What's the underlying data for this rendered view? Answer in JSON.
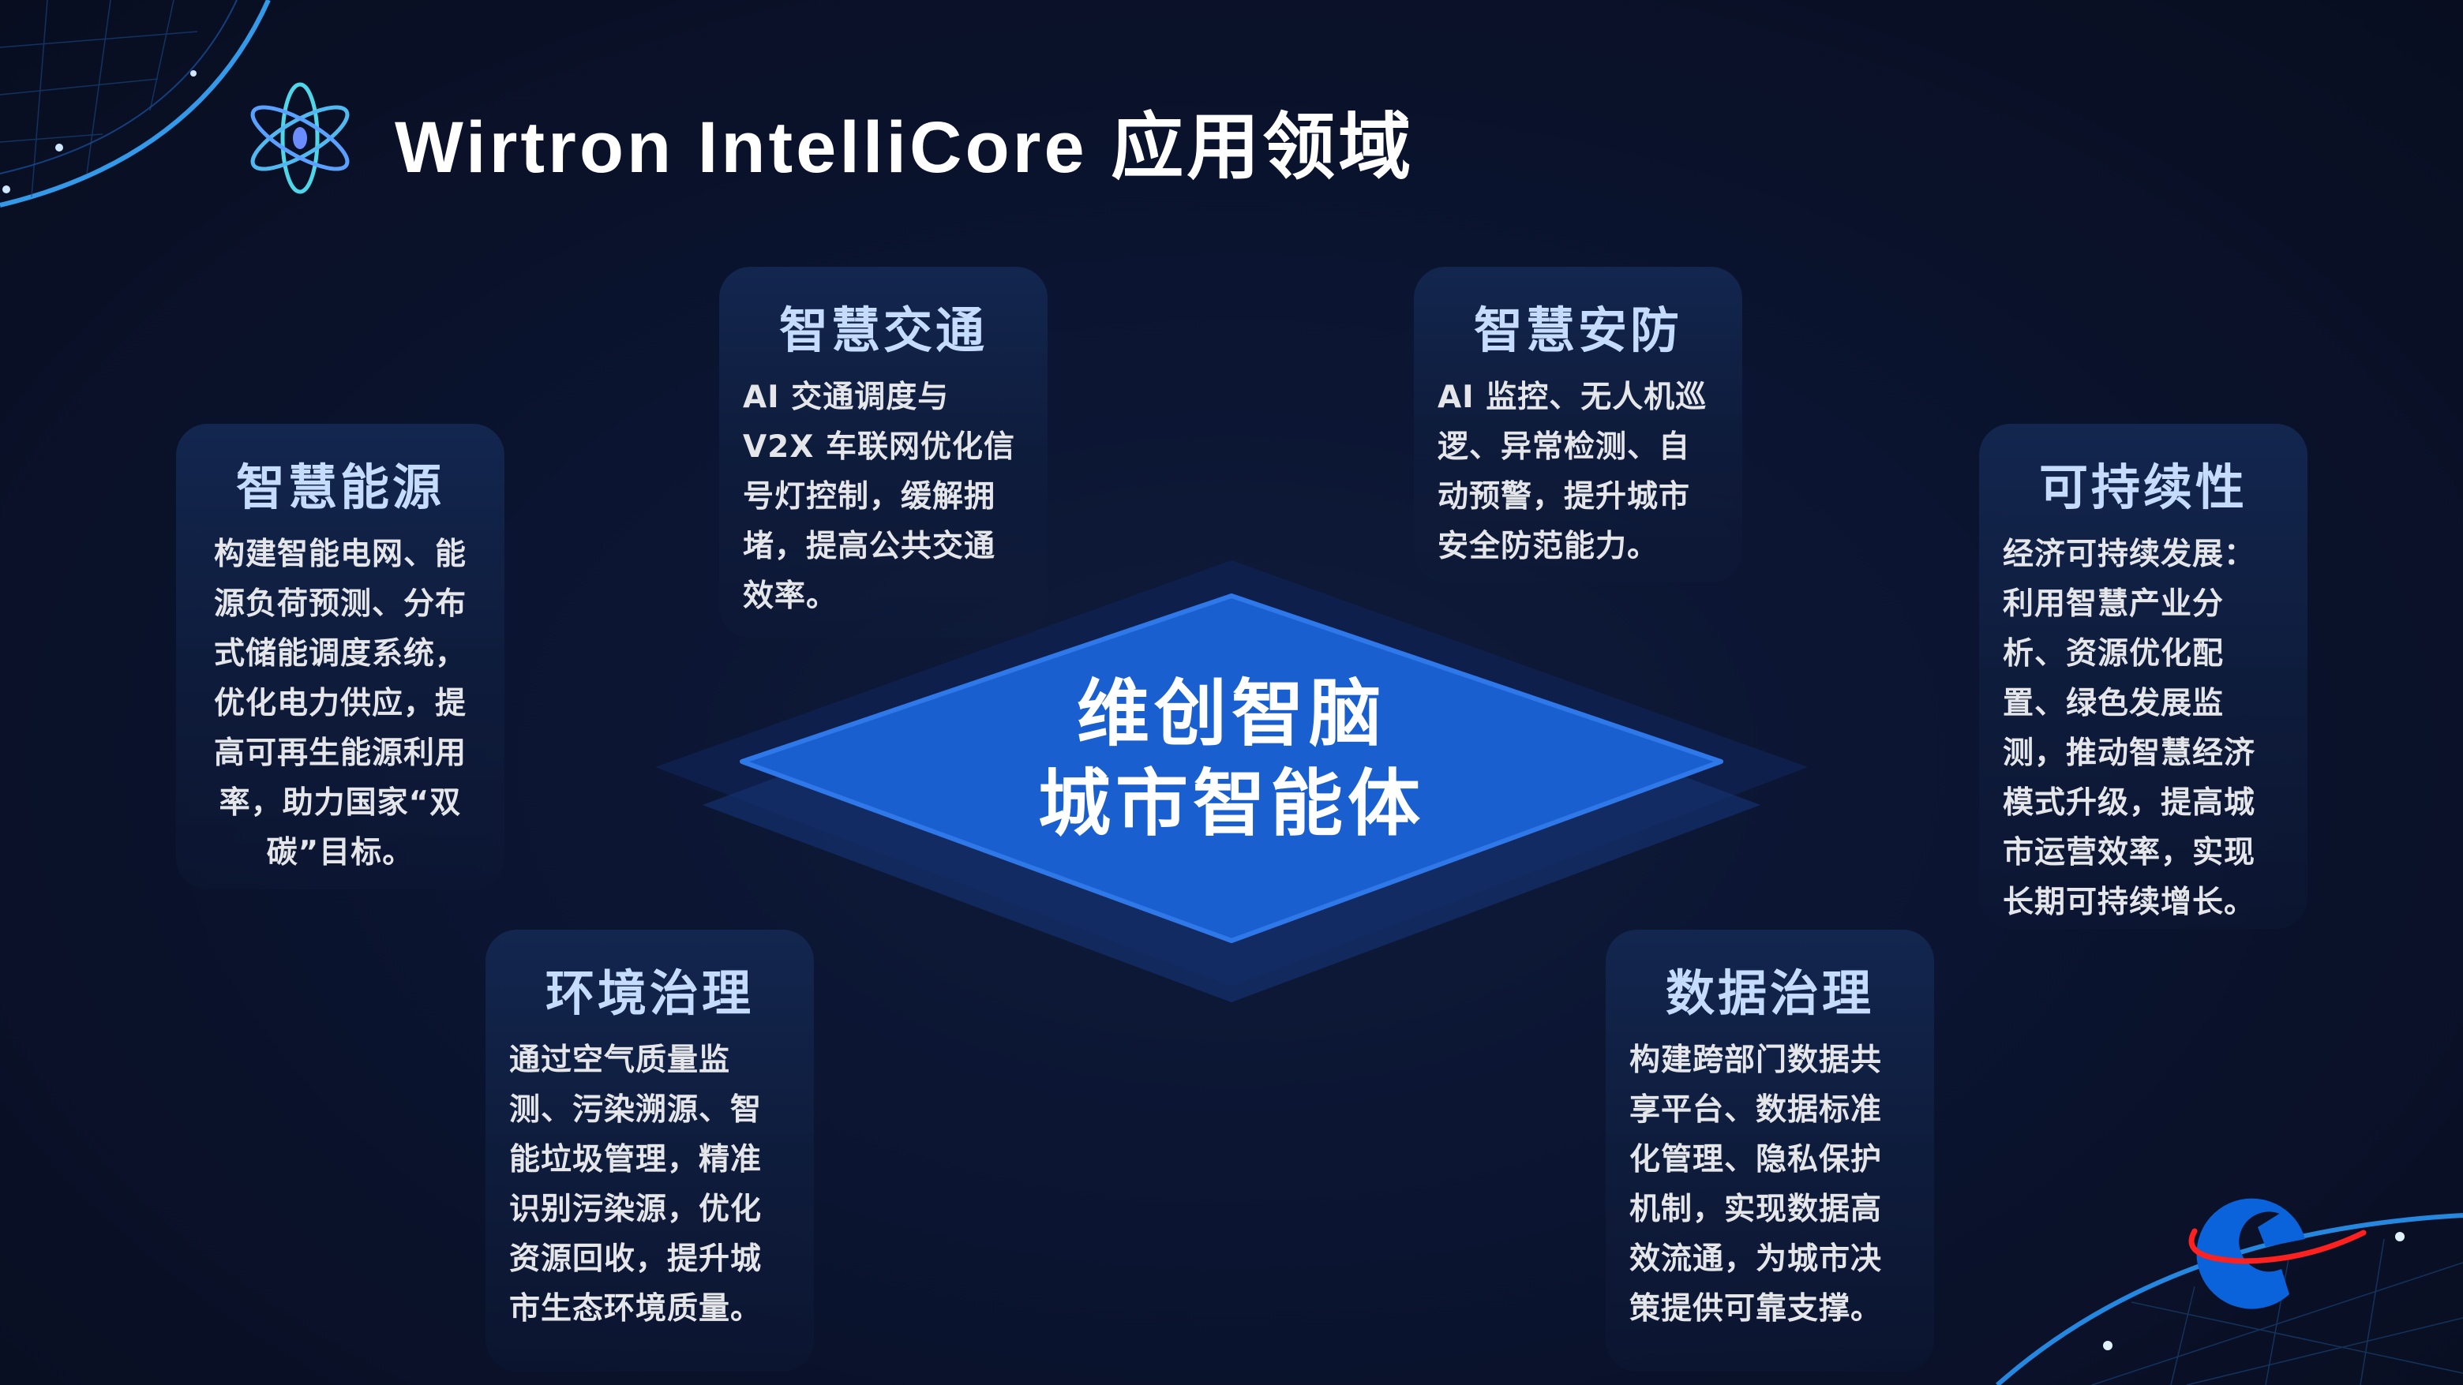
{
  "header": {
    "title": "Wirtron IntelliCore 应用领域",
    "logo_icon": "atom-icon"
  },
  "center": {
    "line1": "维创智脑",
    "line2": "城市智能体"
  },
  "cards": [
    {
      "title": "智慧能源",
      "body": "构建智能电网、能源负荷预测、分布式储能调度系统，优化电力供应，提高可再生能源利用率，助力国家“双碳”目标。"
    },
    {
      "title": "智慧交通",
      "body": "AI 交通调度与 V2X 车联网优化信号灯控制，缓解拥堵，提高公共交通效率。"
    },
    {
      "title": "智慧安防",
      "body": "AI 监控、无人机巡逻、异常检测、自动预警，提升城市安全防范能力。"
    },
    {
      "title": "可持续性",
      "body": "经济可持续发展：利用智慧产业分析、资源优化配置、绿色发展监测，推动智慧经济模式升级，提高城市运营效率，实现长期可持续增长。"
    },
    {
      "title": "环境治理",
      "body": "通过空气质量监测、污染溯源、智能垃圾管理，精准识别污染源，优化资源回收，提升城市生态环境质量。"
    },
    {
      "title": "数据治理",
      "body": "构建跨部门数据共享平台、数据标准化管理、隐私保护机制，实现数据高效流通，为城市决策提供可靠支撑。"
    }
  ],
  "colors": {
    "background": "#0b1226",
    "accent": "#1a5fd0",
    "card_title": "#c6dcff",
    "logo_blue": "#0a63db",
    "logo_red": "#ff2020"
  }
}
